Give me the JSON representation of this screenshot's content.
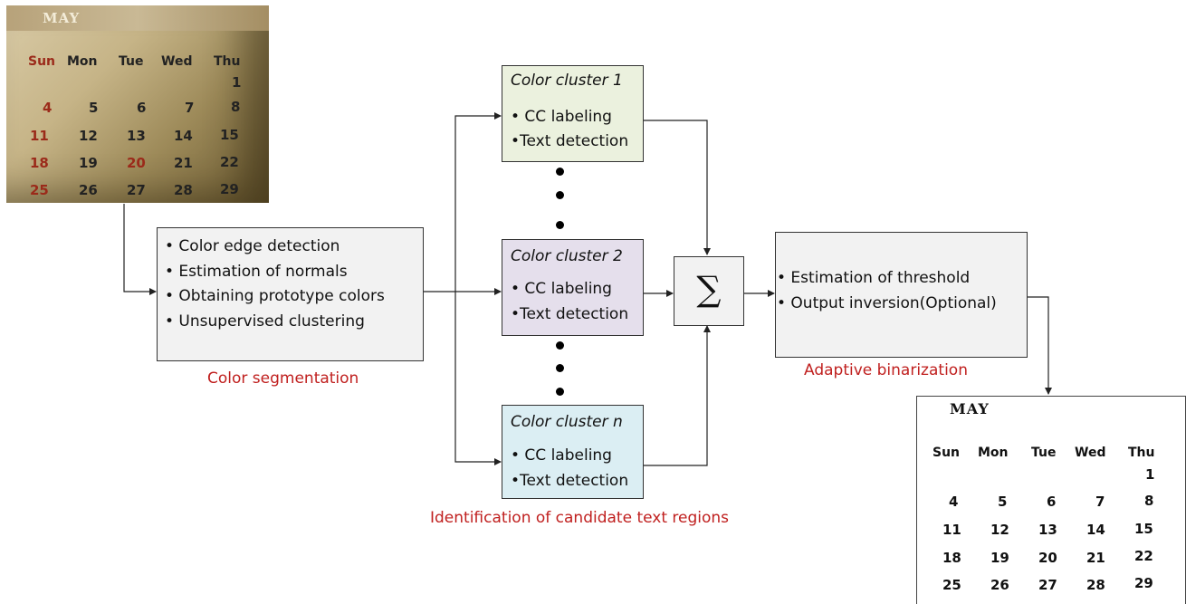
{
  "input_calendar": {
    "month": "MAY",
    "days": [
      "Sun",
      "Mon",
      "Tue",
      "Wed",
      "Thu"
    ],
    "rows": [
      [
        "",
        "",
        "",
        "",
        "1"
      ],
      [
        "4",
        "5",
        "6",
        "7",
        "8"
      ],
      [
        "11",
        "12",
        "13",
        "14",
        "15"
      ],
      [
        "18",
        "19",
        "20",
        "21",
        "22"
      ],
      [
        "25",
        "26",
        "27",
        "28",
        "29"
      ]
    ],
    "red_color": "#9b2a1a"
  },
  "segmentation": {
    "items": [
      "• Color edge detection",
      "• Estimation of normals",
      "• Obtaining prototype colors",
      "• Unsupervised clustering"
    ],
    "caption": "Color segmentation",
    "color": "#f2f2f2"
  },
  "clusters": [
    {
      "title": "Color cluster 1",
      "items": [
        "• CC labeling",
        "•Text detection"
      ],
      "color": "#ebf1de"
    },
    {
      "title": "Color cluster 2",
      "items": [
        "• CC labeling",
        "•Text detection"
      ],
      "color": "#e5dfec"
    },
    {
      "title_prefix": "Color cluster ",
      "title_var": "n",
      "items": [
        "• CC labeling",
        "•Text detection"
      ],
      "color": "#dbeef3"
    }
  ],
  "clusters_caption": "Identification of candidate text regions",
  "sum": {
    "symbol": "∑",
    "color": "#f2f2f2"
  },
  "binarization": {
    "items": [
      "• Estimation of threshold",
      "• Output inversion(Optional)"
    ],
    "caption": "Adaptive binarization",
    "color": "#f2f2f2"
  },
  "output_calendar": {
    "month": "MAY",
    "days": [
      "Sun",
      "Mon",
      "Tue",
      "Wed",
      "Thu"
    ],
    "rows": [
      [
        "",
        "",
        "",
        "",
        "1"
      ],
      [
        "4",
        "5",
        "6",
        "7",
        "8"
      ],
      [
        "11",
        "12",
        "13",
        "14",
        "15"
      ],
      [
        "18",
        "19",
        "20",
        "21",
        "22"
      ],
      [
        "25",
        "26",
        "27",
        "28",
        "29"
      ]
    ]
  },
  "caption_color": "#c0201f"
}
